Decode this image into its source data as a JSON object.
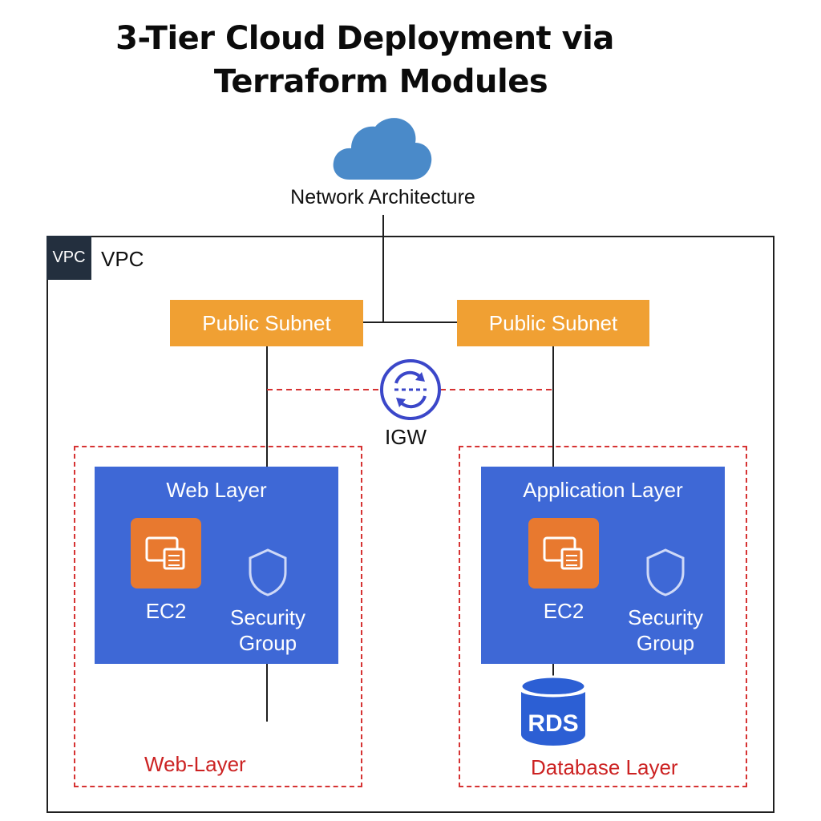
{
  "title": {
    "line1": "3-Tier Cloud Deployment via",
    "line2": "Terraform Modules"
  },
  "network": {
    "label": "Network Architecture",
    "icon": "cloud-icon",
    "icon_color": "#4a8ac9"
  },
  "vpc": {
    "badge": "VPC",
    "label": "VPC"
  },
  "subnets": [
    {
      "label": "Public Subnet"
    },
    {
      "label": "Public Subnet"
    }
  ],
  "igw": {
    "label": "IGW",
    "icon": "internet-gateway-icon"
  },
  "web_layer": {
    "title": "Web Layer",
    "ec2_label": "EC2",
    "security_group_label_line1": "Security",
    "security_group_label_line2": "Group",
    "zone_label": "Web-Layer"
  },
  "app_layer": {
    "title": "Application Layer",
    "ec2_label": "EC2",
    "security_group_label_line1": "Security",
    "security_group_label_line2": "Group",
    "zone_label": "Database Layer"
  },
  "rds": {
    "label": "RDS",
    "icon": "database-icon"
  },
  "colors": {
    "subnet": "#f0a033",
    "layer": "#3e68d6",
    "ec2": "#e8792f",
    "dashed_border": "#d63333",
    "rds": "#2c5fd4"
  }
}
